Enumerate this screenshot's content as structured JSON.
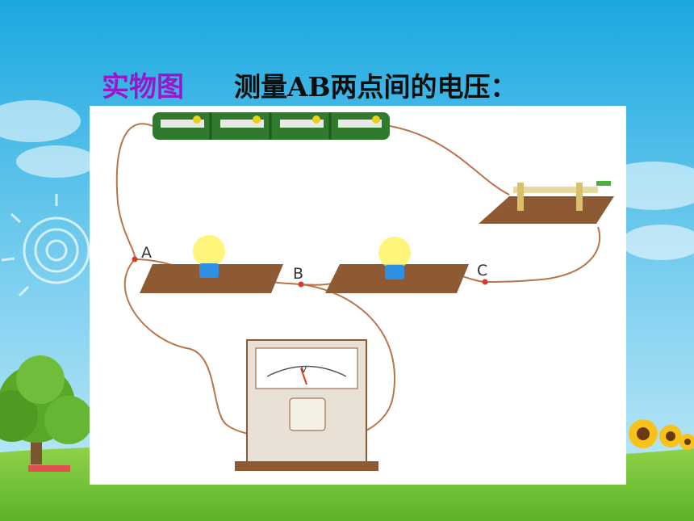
{
  "slide": {
    "tag": "实物图",
    "title": "测量AB两点间的电压："
  },
  "circuit": {
    "points": {
      "a": "A",
      "b": "B",
      "c": "C"
    },
    "voltmeter_symbol": "V",
    "colors": {
      "wire": "#b9744a",
      "board": "#8e5a34",
      "battery": "#2f7a2c",
      "bulb_glow": "#fff25a",
      "tag_purple": "#9a16c9"
    }
  }
}
